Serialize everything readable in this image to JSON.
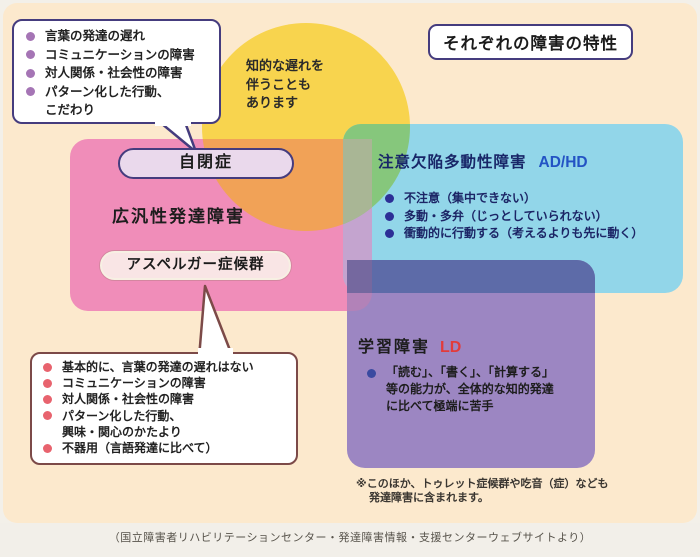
{
  "header": {
    "title": "それぞれの障害の特性"
  },
  "autism_bubble": {
    "items": [
      "言葉の発達の遅れ",
      "コミュニケーションの障害",
      "対人関係・社会性の障害",
      "パターン化した行動、",
      "こだわり"
    ]
  },
  "intellectual_note": {
    "lines": [
      "知的な遅れを",
      "伴うことも",
      "あります"
    ]
  },
  "labels": {
    "autism": "自閉症",
    "pdd": "広汎性発達障害",
    "asperger": "アスペルガー症候群"
  },
  "adhd": {
    "title": "注意欠陥多動性障害",
    "abbr": "AD/HD",
    "items": [
      "不注意（集中できない）",
      "多動・多弁（じっとしていられない）",
      "衝動的に行動する（考えるよりも先に動く）"
    ]
  },
  "ld": {
    "title": "学習障害",
    "abbr": "LD",
    "lines": [
      "「読む」、「書く」、「計算する」",
      "等の能力が、全体的な知的発達",
      "に比べて極端に苦手"
    ]
  },
  "asperger_bubble": {
    "items": [
      "基本的に、言葉の発達の遅れはない",
      "コミュニケーションの障害",
      "対人関係・社会性の障害",
      "パターン化した行動、",
      "興味・関心のかたより",
      "不器用（言語発達に比べて）"
    ]
  },
  "footnote": {
    "lines": [
      "※このほか、トゥレット症候群や吃音（症）なども",
      "発達障害に含まれます。"
    ]
  },
  "caption": "（国立障害者リハビリテーションセンター・発達障害情報・支援センターウェブサイトより）",
  "colors": {
    "panel_peach": "#fce9cd",
    "yellow_circle": "#f8d44e",
    "pink_pdd": "#f08db9",
    "blue_adhd": "#92d6e9",
    "purple_ld": "#9c86c2",
    "overlap_orange": "#f1a257",
    "overlap_green": "#86c77c",
    "overlap_mauve": "#c4a4cf",
    "overlap_slate": "#5d6ba8",
    "adhd_abbr_blue": "#2353c4",
    "ld_abbr_red": "#e23b3b"
  }
}
